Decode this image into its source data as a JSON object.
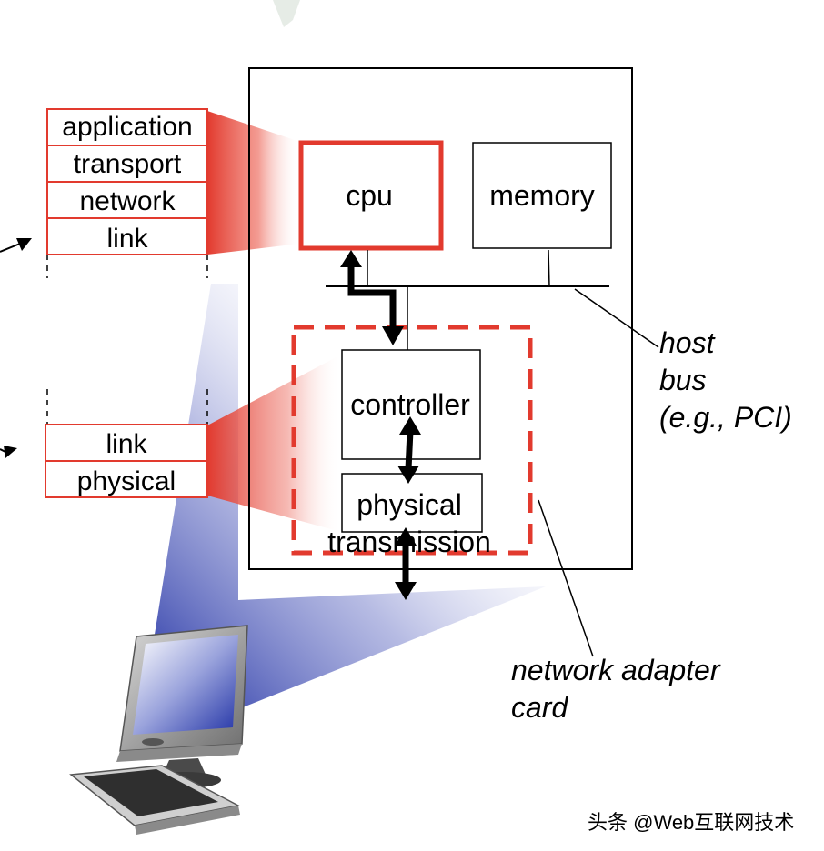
{
  "stack_top": {
    "layers": [
      "application",
      "transport",
      "network",
      "link"
    ]
  },
  "stack_bottom": {
    "layers": [
      "link",
      "physical"
    ]
  },
  "host": {
    "cpu_label": "cpu",
    "memory_label": "memory",
    "controller_label": "controller",
    "physical_line1": "physical",
    "physical_line2": "transmission"
  },
  "annotations": {
    "host_bus_line1": "host",
    "host_bus_line2": "bus",
    "host_bus_line3": "(e.g., PCI)",
    "adapter_line1": "network adapter",
    "adapter_line2": "card"
  },
  "watermark": "头条 @Web互联网技术",
  "colors": {
    "accent_red": "#e23a2e",
    "frame_black": "#000000",
    "beam_blue": "#2a3aa8"
  }
}
